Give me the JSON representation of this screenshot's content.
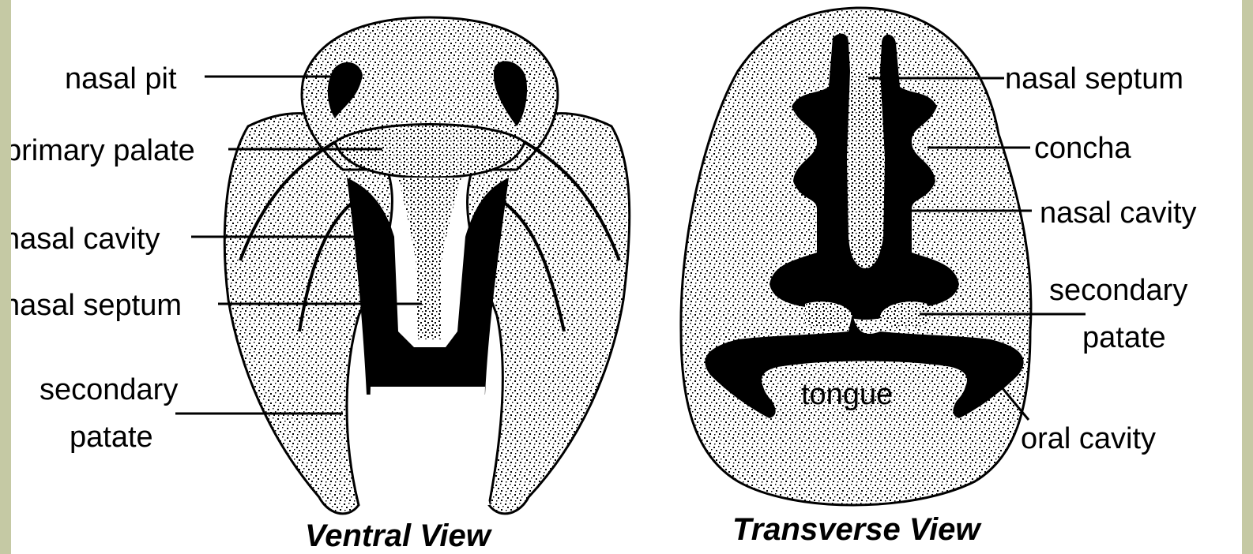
{
  "frame": {
    "border_color": "#c5c9a4",
    "background": "#ffffff"
  },
  "ventral_view": {
    "caption": "Ventral View",
    "labels": {
      "nasal_pit": "nasal pit",
      "primary_palate": "primary palate",
      "nasal_cavity": "nasal cavity",
      "nasal_septum": "nasal septum",
      "secondary_palate_line1": "secondary",
      "secondary_palate_line2": "patate"
    }
  },
  "transverse_view": {
    "caption": "Transverse View",
    "labels": {
      "nasal_septum": "nasal septum",
      "concha": "concha",
      "nasal_cavity": "nasal cavity",
      "secondary_palate_line1": "secondary",
      "secondary_palate_line2": "patate",
      "tongue": "tongue",
      "oral_cavity": "oral cavity"
    }
  }
}
